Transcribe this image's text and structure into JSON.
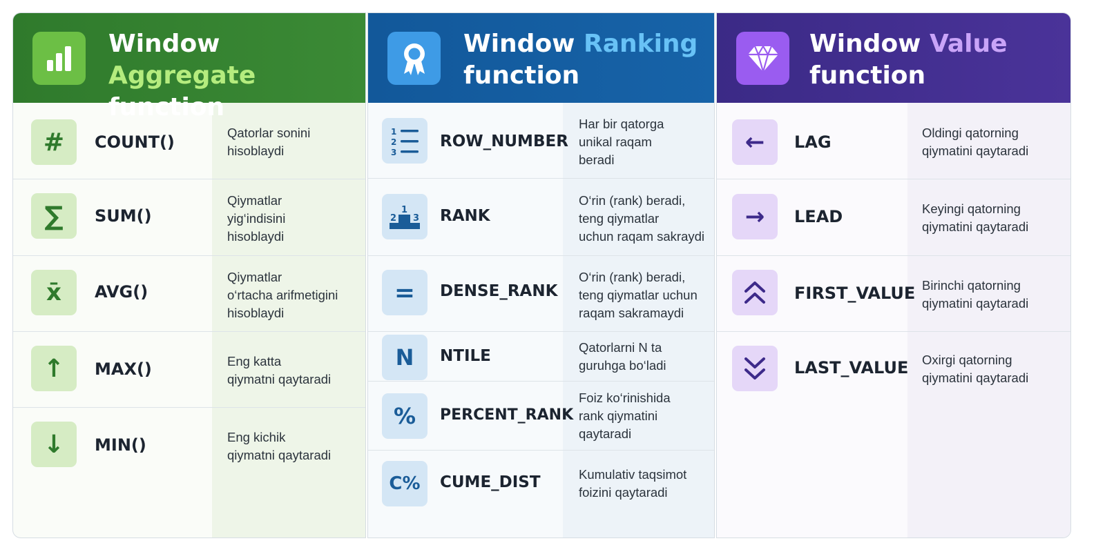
{
  "panels": {
    "aggregate": {
      "title_word": "Window",
      "title_highlight": "Aggregate",
      "title_rest": "function",
      "icon": "bar-chart-icon",
      "rows": [
        {
          "icon": "hash-icon",
          "glyph": "#",
          "name": "COUNT()",
          "desc": "Qatorlar sonini\nhisoblaydi"
        },
        {
          "icon": "sigma-icon",
          "glyph": "∑",
          "name": "SUM()",
          "desc": "Qiymatlar\nyig‘indisini\nhisoblaydi"
        },
        {
          "icon": "mean-icon",
          "glyph": "x̄",
          "name": "AVG()",
          "desc": "Qiymatlar\no‘rtacha arifmetigini\nhisoblaydi"
        },
        {
          "icon": "arrow-up-icon",
          "glyph": "↑",
          "name": "MAX()",
          "desc": "Eng katta\nqiymatni qaytaradi"
        },
        {
          "icon": "arrow-down-icon",
          "glyph": "↓",
          "name": "MIN()",
          "desc": "Eng kichik\nqiymatni qaytaradi"
        }
      ]
    },
    "ranking": {
      "title_word": "Window",
      "title_highlight": "Ranking",
      "title_rest": "function",
      "icon": "award-ribbon-icon",
      "rows": [
        {
          "icon": "numbered-list-icon",
          "glyph": "",
          "name": "ROW_NUMBER",
          "desc": "Har bir qatorga\nunikal raqam\nberadi"
        },
        {
          "icon": "podium-icon",
          "glyph": "",
          "name": "RANK",
          "desc": "O‘rin (rank) beradi,\nteng qiymatlar\nuchun raqam sakraydi"
        },
        {
          "icon": "equals-icon",
          "glyph": "=",
          "name": "DENSE_RANK",
          "desc": "O‘rin (rank) beradi,\nteng qiymatlar uchun\nraqam sakramaydi"
        },
        {
          "icon": "letter-n-icon",
          "glyph": "N",
          "name": "NTILE",
          "desc": "Qatorlarni N ta\nguruhga bo‘ladi"
        },
        {
          "icon": "percent-icon",
          "glyph": "%",
          "name": "PERCENT_RANK",
          "desc": "Foiz ko‘rinishida\nrank qiymatini\nqaytaradi"
        },
        {
          "icon": "cume-percent-icon",
          "glyph": "C%",
          "name": "CUME_DIST",
          "desc": "Kumulativ taqsimot\nfoizini qaytaradi"
        }
      ]
    },
    "value": {
      "title_word": "Window",
      "title_highlight": "Value",
      "title_rest": "function",
      "icon": "diamond-icon",
      "rows": [
        {
          "icon": "arrow-left-icon",
          "glyph": "←",
          "name": "LAG",
          "desc": "Oldingi qatorning\nqiymatini qaytaradi"
        },
        {
          "icon": "arrow-right-icon",
          "glyph": "→",
          "name": "LEAD",
          "desc": "Keyingi qatorning\nqiymatini qaytaradi"
        },
        {
          "icon": "double-chevron-up-icon",
          "glyph": "",
          "name": "FIRST_VALUE",
          "desc": "Birinchi qatorning\nqiymatini qaytaradi"
        },
        {
          "icon": "double-chevron-down-icon",
          "glyph": "",
          "name": "LAST_VALUE",
          "desc": "Oxirgi qatorning\nqiymatini qaytaradi"
        }
      ]
    }
  },
  "colors": {
    "aggregate_header": "#2f7a2c",
    "ranking_header": "#12589a",
    "value_header": "#3b2a86"
  }
}
